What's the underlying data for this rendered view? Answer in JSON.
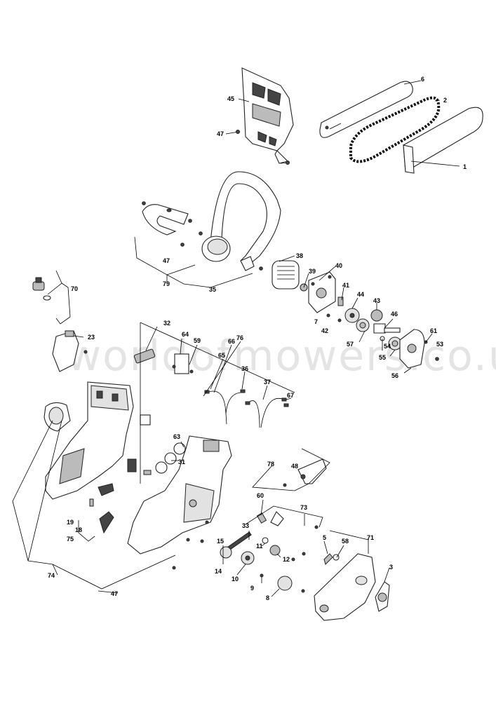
{
  "watermark": "worldofmowers.co.uk",
  "callouts": [
    {
      "id": "c1",
      "text": "1"
    },
    {
      "id": "c2",
      "text": "2"
    },
    {
      "id": "c3",
      "text": "3"
    },
    {
      "id": "c5",
      "text": "5"
    },
    {
      "id": "c6",
      "text": "6"
    },
    {
      "id": "c7",
      "text": "7"
    },
    {
      "id": "c8",
      "text": "8"
    },
    {
      "id": "c9",
      "text": "9"
    },
    {
      "id": "c10",
      "text": "10"
    },
    {
      "id": "c11",
      "text": "11"
    },
    {
      "id": "c12",
      "text": "12"
    },
    {
      "id": "c14",
      "text": "14"
    },
    {
      "id": "c15",
      "text": "15"
    },
    {
      "id": "c18",
      "text": "18"
    },
    {
      "id": "c19",
      "text": "19"
    },
    {
      "id": "c23",
      "text": "23"
    },
    {
      "id": "c31",
      "text": "31"
    },
    {
      "id": "c32",
      "text": "32"
    },
    {
      "id": "c33",
      "text": "33"
    },
    {
      "id": "c35",
      "text": "35"
    },
    {
      "id": "c36",
      "text": "36"
    },
    {
      "id": "c37",
      "text": "37"
    },
    {
      "id": "c38",
      "text": "38"
    },
    {
      "id": "c39",
      "text": "39"
    },
    {
      "id": "c40",
      "text": "40"
    },
    {
      "id": "c41",
      "text": "41"
    },
    {
      "id": "c42",
      "text": "42"
    },
    {
      "id": "c43",
      "text": "43"
    },
    {
      "id": "c44",
      "text": "44"
    },
    {
      "id": "c45",
      "text": "45"
    },
    {
      "id": "c46",
      "text": "46"
    },
    {
      "id": "c47a",
      "text": "47"
    },
    {
      "id": "c47b",
      "text": "47"
    },
    {
      "id": "c47c",
      "text": "47"
    },
    {
      "id": "c48",
      "text": "48"
    },
    {
      "id": "c53",
      "text": "53"
    },
    {
      "id": "c54",
      "text": "54"
    },
    {
      "id": "c55",
      "text": "55"
    },
    {
      "id": "c56",
      "text": "56"
    },
    {
      "id": "c57",
      "text": "57"
    },
    {
      "id": "c58",
      "text": "58"
    },
    {
      "id": "c59",
      "text": "59"
    },
    {
      "id": "c60",
      "text": "60"
    },
    {
      "id": "c61",
      "text": "61"
    },
    {
      "id": "c63",
      "text": "63"
    },
    {
      "id": "c64",
      "text": "64"
    },
    {
      "id": "c65",
      "text": "65"
    },
    {
      "id": "c66",
      "text": "66"
    },
    {
      "id": "c67",
      "text": "67"
    },
    {
      "id": "c70",
      "text": "70"
    },
    {
      "id": "c71",
      "text": "71"
    },
    {
      "id": "c73",
      "text": "73"
    },
    {
      "id": "c74",
      "text": "74"
    },
    {
      "id": "c75",
      "text": "75"
    },
    {
      "id": "c76",
      "text": "76"
    },
    {
      "id": "c78",
      "text": "78"
    },
    {
      "id": "c79",
      "text": "79"
    }
  ]
}
